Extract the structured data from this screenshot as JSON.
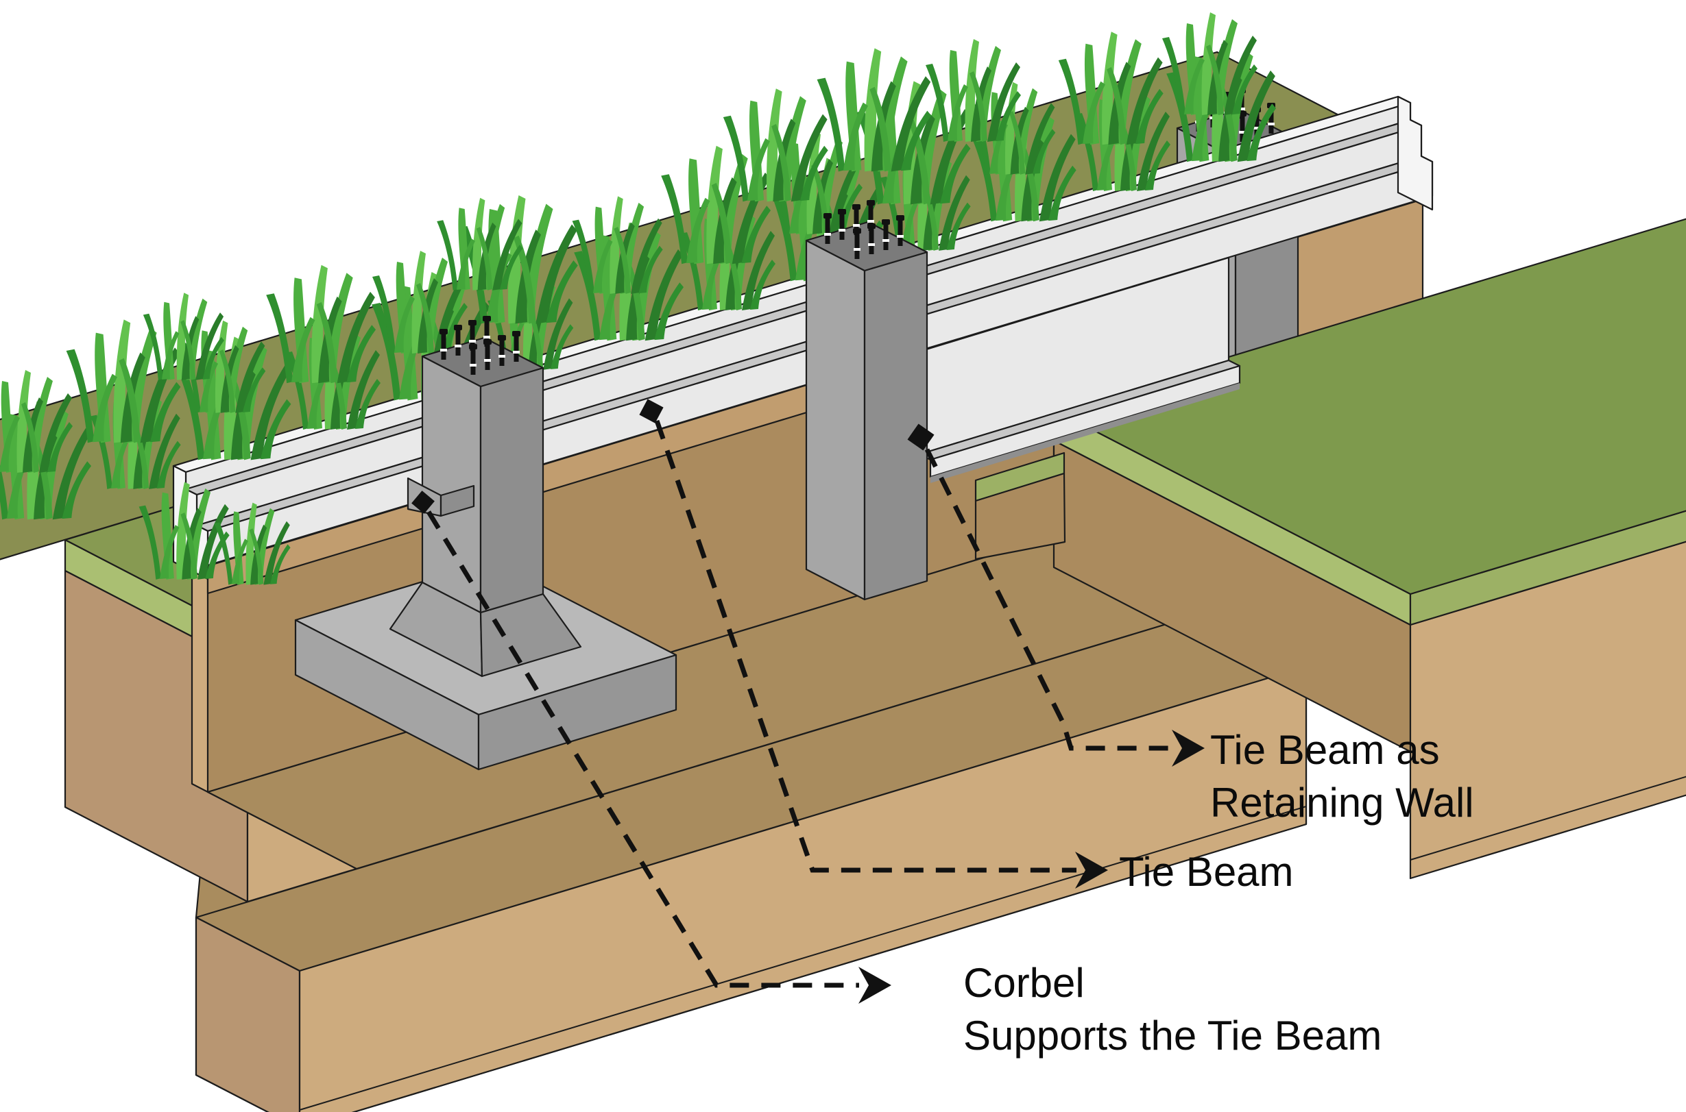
{
  "figure_labels": {
    "tie_beam_as_retaining_wall": {
      "line1": "Tie Beam as",
      "line2": "Retaining Wall"
    },
    "tie_beam": {
      "text": "Tie Beam"
    },
    "corbel": {
      "line1": "Corbel",
      "line2": "Supports the Tie Beam"
    }
  },
  "icons": {
    "leader_marker": "callout-marker-icon",
    "leader_arrow": "arrow-right-icon"
  },
  "palette": {
    "bg": "#ffffff",
    "ink": "#111111",
    "outline": "#1c1c1c",
    "olive-top": "#8a8f51",
    "turf-top": "#879a52",
    "plateau-top": "#7e9a4d",
    "turf-edge-light": "#aabf72",
    "turf-edge": "#9cb165",
    "soil-light": "#cdab7e",
    "soil-mid": "#b89672",
    "soil-dark": "#ab8b5e",
    "soil-floor": "#a98c5e",
    "soil-band": "#c19d6f",
    "concrete-top": "#f5f5f5",
    "concrete-face": "#e9e9e9",
    "concrete-band": "#c7c7c7",
    "concrete-dark": "#8f8f8f",
    "column-left": "#a6a6a6",
    "column-front": "#8e8e8e",
    "column-top": "#7b7b7b",
    "pad-top": "#b9b9b9",
    "pad-left": "#a4a4a4",
    "pad-front": "#969696",
    "grass1": "#4caf3f",
    "grass2": "#2f8f2f",
    "grass3": "#63c24e",
    "grass4": "#2a7d2a",
    "grass5": "#43a53a"
  }
}
